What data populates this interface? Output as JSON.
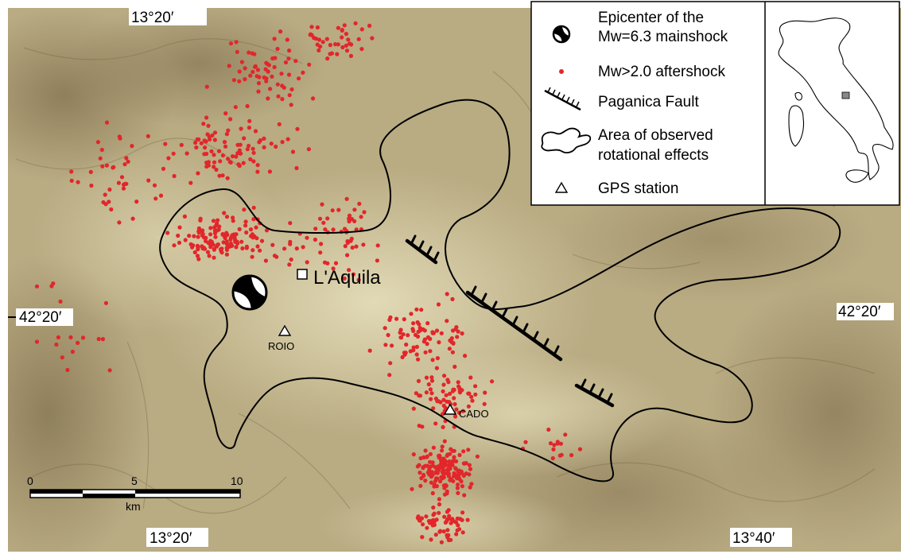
{
  "coordinates": {
    "top_lon": "13°20′",
    "bottom_lon_left": "13°20′",
    "bottom_lon_right": "13°40′",
    "left_lat": "42°20′",
    "right_lat": "42°20′"
  },
  "places": {
    "city": "L'Aquila",
    "stations": [
      "ROIO",
      "CADO"
    ]
  },
  "legend": {
    "mainshock_line1": "Epicenter of the",
    "mainshock_line2": "Mw=6.3 mainshock",
    "aftershock": "Mw>2.0 aftershock",
    "fault": "Paganica Fault",
    "area_line1": "Area of observed",
    "area_line2": "rotational effects",
    "gps": "GPS station"
  },
  "scale": {
    "ticks": [
      "0",
      "5",
      "10"
    ],
    "unit": "km"
  },
  "colors": {
    "aftershock": "#e2262b",
    "terrain_light": "#d8cfa6",
    "terrain_dark": "#8a7b58",
    "outline": "#000000"
  }
}
